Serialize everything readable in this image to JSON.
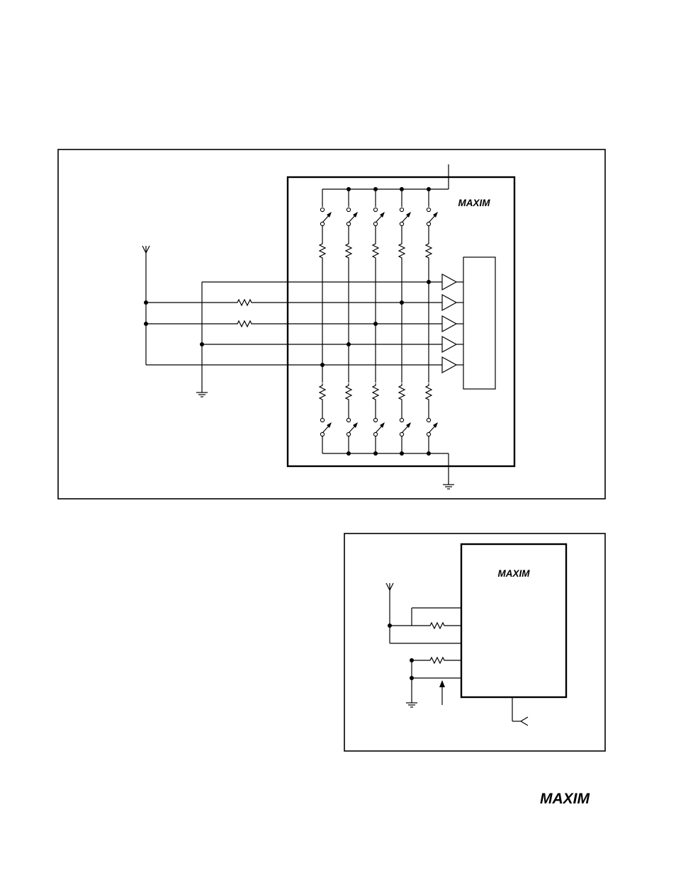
{
  "logos": {
    "fig1_chip_logo": "MAXIM",
    "fig2_chip_logo": "MAXIM",
    "page_footer_logo": "MAXIM"
  },
  "figure1": {
    "switch_columns": 5,
    "comparators": 5,
    "series_resistors": 2,
    "ground_symbols": 2,
    "antenna_symbols": 1
  },
  "figure2": {
    "series_resistors": 2,
    "ground_symbols": 1,
    "antenna_symbols": 1,
    "arrows": 1
  },
  "colors": {
    "ink": "#000000",
    "paper": "#ffffff"
  }
}
